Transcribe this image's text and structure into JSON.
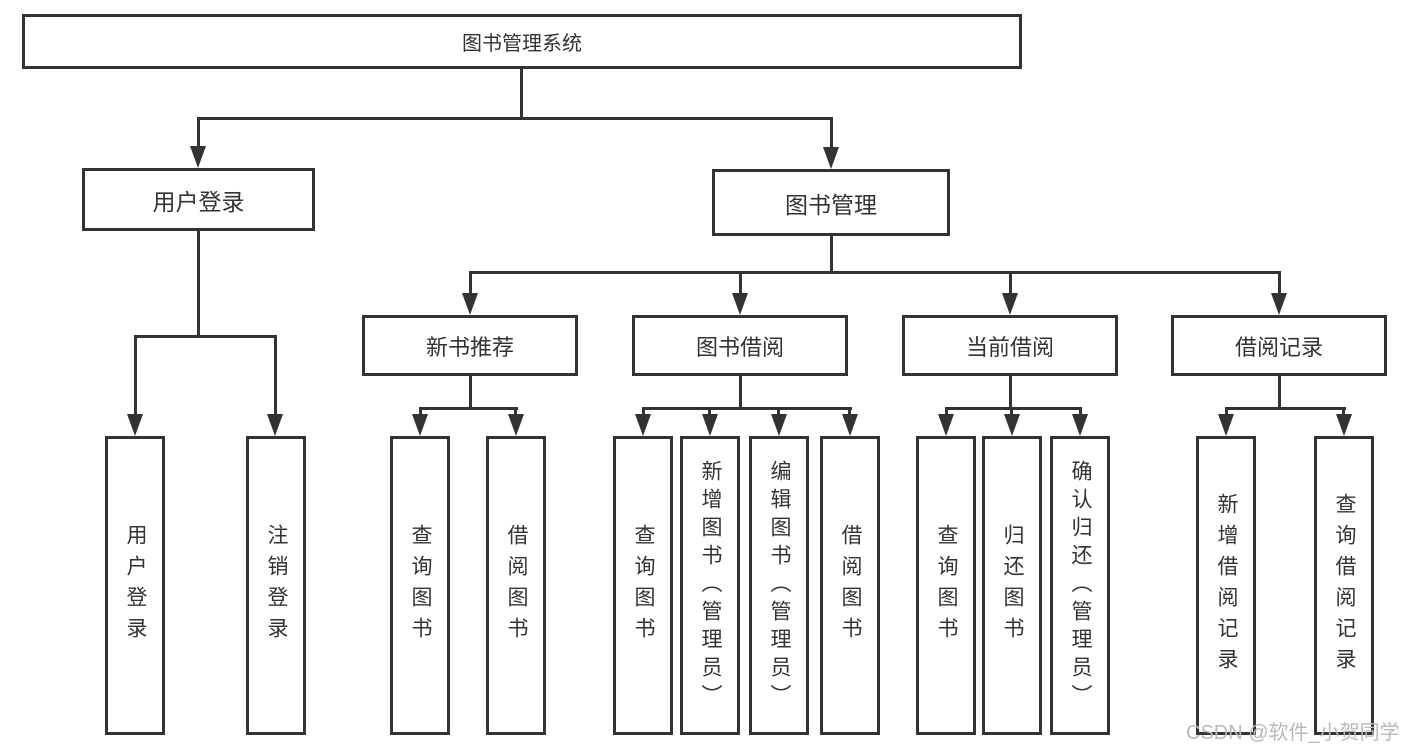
{
  "diagram_title": "图书管理系统",
  "nodes": {
    "root": "图书管理系统",
    "user_login": "用户登录",
    "book_mgmt": "图书管理",
    "new_book_rec": "新书推荐",
    "book_borrow": "图书借阅",
    "current_borrow": "当前借阅",
    "borrow_record": "借阅记录",
    "login": "用户登录",
    "logout": "注销登录",
    "rec_query_book": "查询图书",
    "rec_borrow_book": "借阅图书",
    "bb_query_book": "查询图书",
    "bb_add_book": "新增图书（管理员）",
    "bb_edit_book": "编辑图书（管理员）",
    "bb_borrow_book": "借阅图书",
    "cb_query_book": "查询图书",
    "cb_return_book": "归还图书",
    "cb_confirm_return": "确认归还（管理员）",
    "br_add_record": "新增借阅记录",
    "br_query_record": "查询借阅记录"
  },
  "hierarchy": {
    "root": [
      "user_login",
      "book_mgmt"
    ],
    "user_login": [
      "login",
      "logout"
    ],
    "book_mgmt": [
      "new_book_rec",
      "book_borrow",
      "current_borrow",
      "borrow_record"
    ],
    "new_book_rec": [
      "rec_query_book",
      "rec_borrow_book"
    ],
    "book_borrow": [
      "bb_query_book",
      "bb_add_book",
      "bb_edit_book",
      "bb_borrow_book"
    ],
    "current_borrow": [
      "cb_query_book",
      "cb_return_book",
      "cb_confirm_return"
    ],
    "borrow_record": [
      "br_add_record",
      "br_query_record"
    ]
  },
  "colors": {
    "line": "#333333",
    "text": "#333333",
    "background": "#ffffff",
    "watermark": "#b9b9b9"
  },
  "watermark": "CSDN @软件_小贺同学"
}
